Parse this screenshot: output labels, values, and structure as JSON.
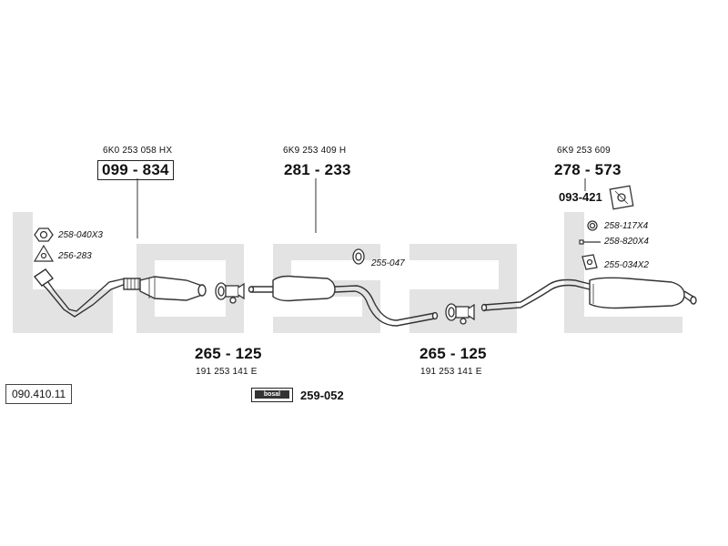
{
  "watermark": {
    "color": "#e3e3e3"
  },
  "parts": {
    "downpipe": {
      "oem": "6K0 253 058 HX",
      "number": "099-834",
      "display": "099 - 834"
    },
    "middle_silencer": {
      "oem": "6K9 253 409 H",
      "number": "281-233",
      "display": "281 - 233"
    },
    "rear_silencer": {
      "oem": "6K9 253 609",
      "number": "278-573",
      "display": "278 - 573"
    },
    "rubber_mount": {
      "number": "093-421"
    },
    "clamp_left": {
      "number": "265-125",
      "display": "265 - 125",
      "oem": "191 253 141 E"
    },
    "clamp_right": {
      "number": "265-125",
      "display": "265 - 125",
      "oem": "191 253 141 E"
    },
    "assembly_kit": {
      "number": "259-052"
    },
    "badge": {
      "text": "bosal"
    }
  },
  "fittings": {
    "nut": "258-040X3",
    "gasket_triangle": "256-283",
    "ring": "255-047",
    "ring_small": "258-117X4",
    "bolt": "258-820X4",
    "bracket": "255-034X2"
  },
  "diagram_ref": "090.410.11"
}
